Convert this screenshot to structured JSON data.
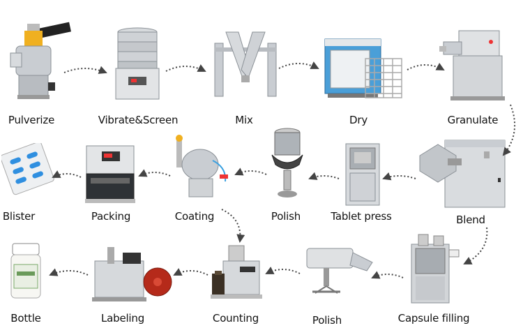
{
  "steps": [
    {
      "label": "Pulverize",
      "icon": "pulverizer-machine-icon"
    },
    {
      "label": "Vibrate&Screen",
      "icon": "vibrating-screen-icon"
    },
    {
      "label": "Mix",
      "icon": "v-mixer-icon"
    },
    {
      "label": "Dry",
      "icon": "drying-oven-icon"
    },
    {
      "label": "Granulate",
      "icon": "granulator-icon"
    },
    {
      "label": "Blend",
      "icon": "blender-icon"
    },
    {
      "label": "Tablet press",
      "icon": "tablet-press-icon"
    },
    {
      "label": "Polish",
      "icon": "tablet-polisher-icon"
    },
    {
      "label": "Coating",
      "icon": "coating-machine-icon"
    },
    {
      "label": "Packing",
      "icon": "blister-packing-machine-icon"
    },
    {
      "label": "Blister",
      "icon": "blister-pack-icon"
    },
    {
      "label": "Capsule filling",
      "icon": "capsule-filling-machine-icon"
    },
    {
      "label": "Polish",
      "icon": "capsule-polisher-icon"
    },
    {
      "label": "Counting",
      "icon": "counting-machine-icon"
    },
    {
      "label": "Labeling",
      "icon": "labeling-machine-icon"
    },
    {
      "label": "Bottle",
      "icon": "bottle-icon"
    }
  ],
  "colors": {
    "steel": "#c9cdd2",
    "steel_dark": "#8a9096",
    "oven_blue": "#4a9fd8",
    "capsule_blue": "#2f8fe0",
    "label_red": "#b52a1a",
    "arrow": "#444444"
  }
}
